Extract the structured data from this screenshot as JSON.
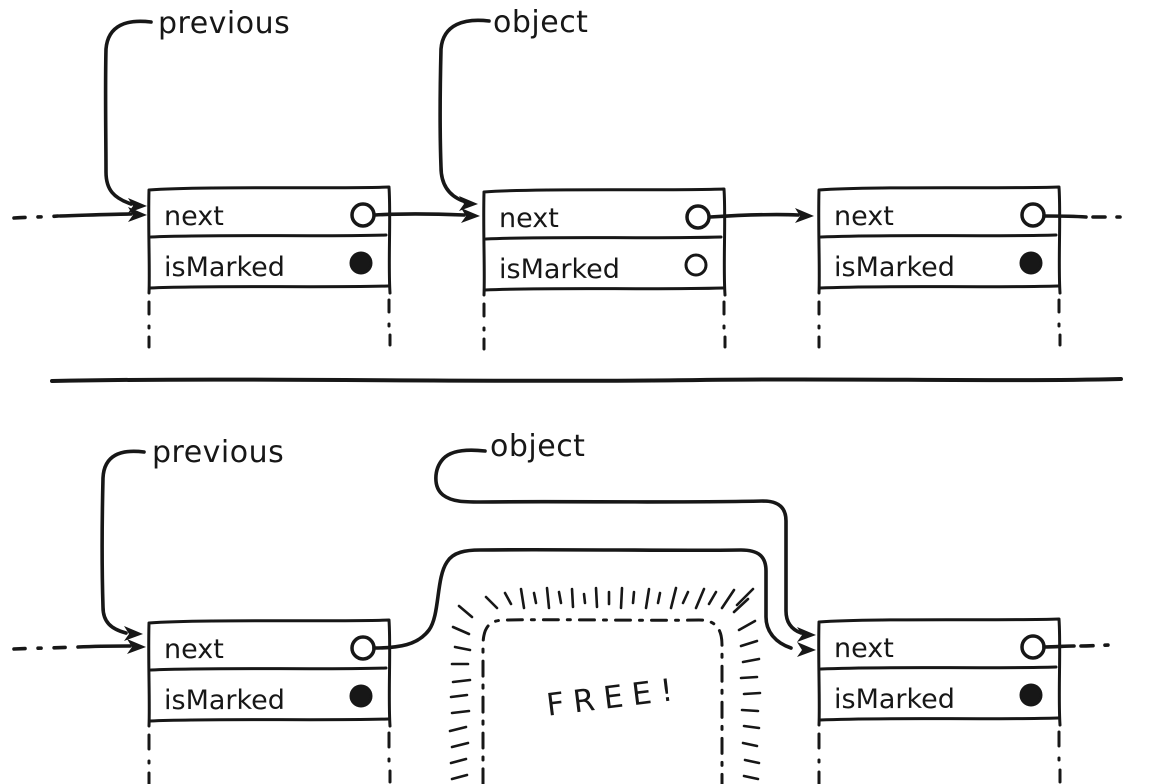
{
  "diagram": {
    "ink_color": "#171717",
    "background_color": "#ffffff",
    "labels": {
      "previous": "previous",
      "object": "object",
      "field_next": "next",
      "field_is_marked": "isMarked",
      "free": "FREE!"
    },
    "panels": [
      {
        "id": "before-free",
        "pointer_labels": [
          "previous",
          "object"
        ],
        "nodes": [
          {
            "is_marked": true,
            "ismarked_fill": "#171717"
          },
          {
            "is_marked": false,
            "ismarked_fill": "#ffffff"
          },
          {
            "is_marked": true,
            "ismarked_fill": "#171717"
          }
        ]
      },
      {
        "id": "after-free",
        "pointer_labels": [
          "previous",
          "object"
        ],
        "freed_slot_label": "FREE!",
        "nodes": [
          {
            "is_marked": true,
            "ismarked_fill": "#171717"
          },
          {
            "is_marked": true,
            "ismarked_fill": "#171717"
          }
        ]
      }
    ]
  }
}
